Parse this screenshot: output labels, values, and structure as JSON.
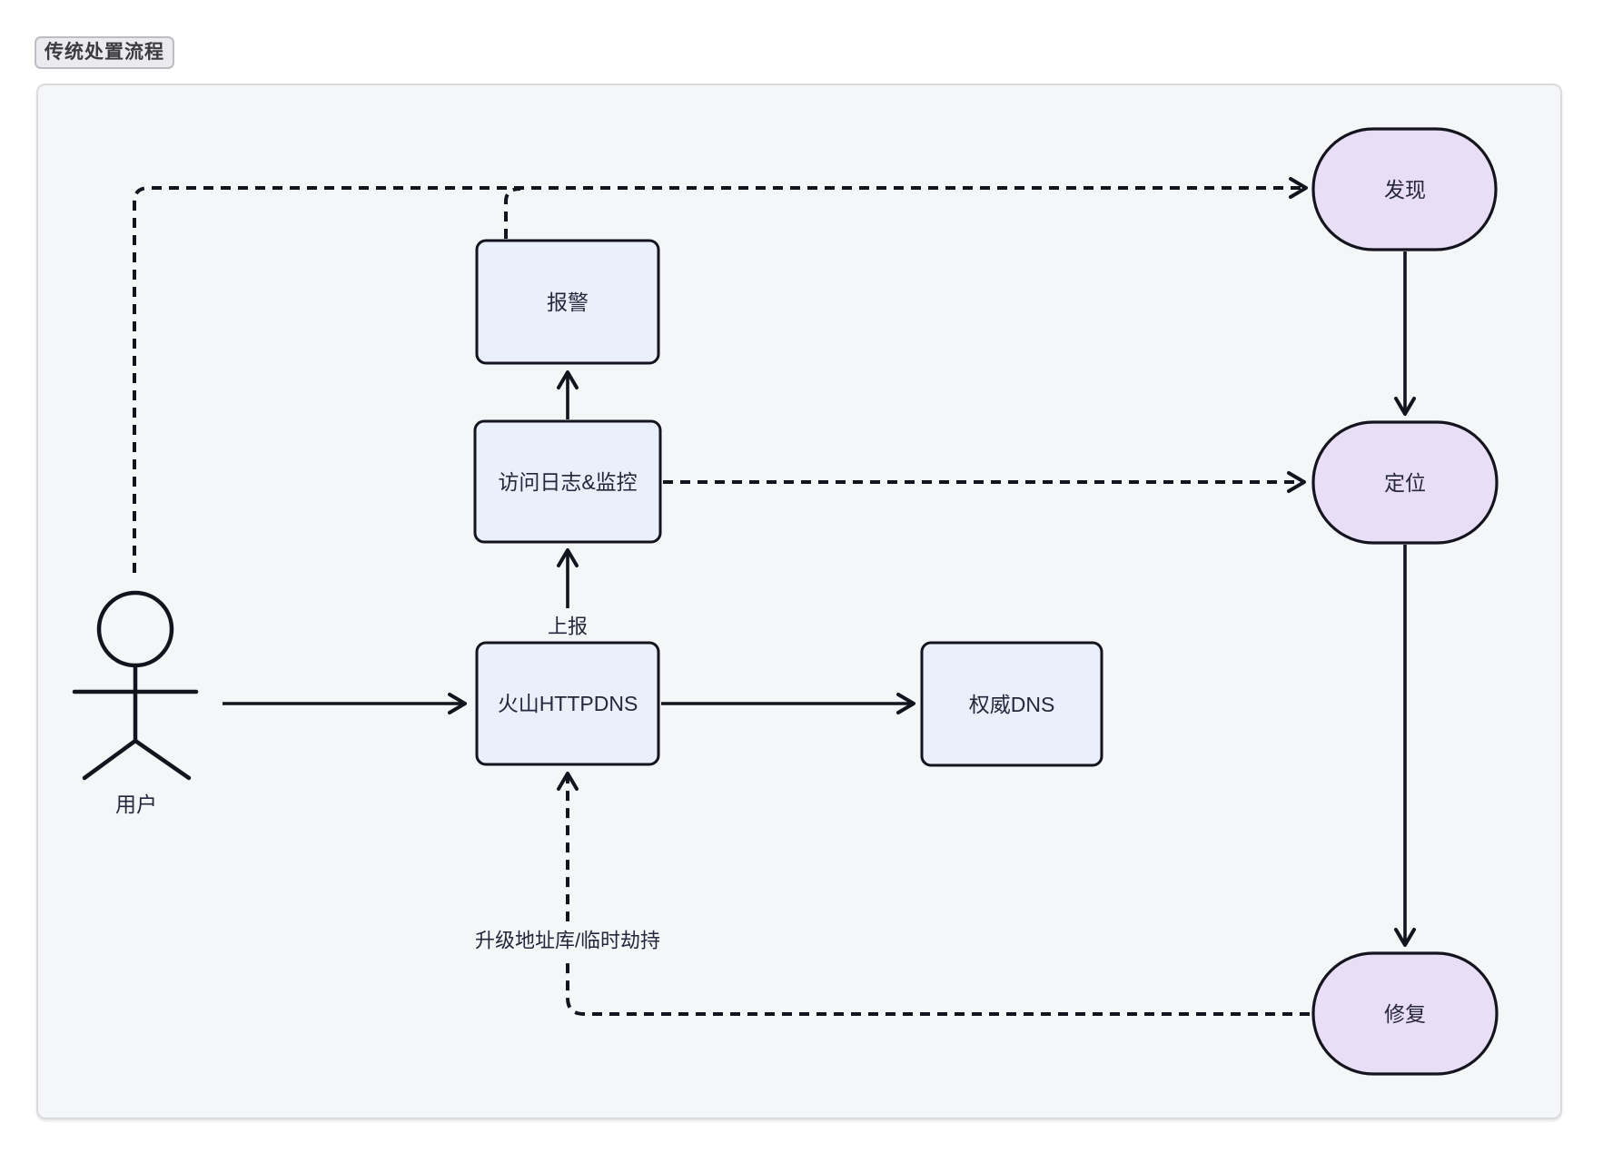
{
  "badge": {
    "label": "传统处置流程"
  },
  "nodes": {
    "user": {
      "label": "用户",
      "type": "actor"
    },
    "alarm": {
      "label": "报警",
      "type": "box"
    },
    "logs": {
      "label": "访问日志&监控",
      "type": "box"
    },
    "httpdns": {
      "label": "火山HTTPDNS",
      "type": "box"
    },
    "authdns": {
      "label": "权威DNS",
      "type": "box"
    },
    "discover": {
      "label": "发现",
      "type": "stadium"
    },
    "locate": {
      "label": "定位",
      "type": "stadium"
    },
    "repair": {
      "label": "修复",
      "type": "stadium"
    }
  },
  "edges": [
    {
      "from": "user",
      "to": "httpdns",
      "style": "solid",
      "label": ""
    },
    {
      "from": "httpdns",
      "to": "authdns",
      "style": "solid",
      "label": ""
    },
    {
      "from": "httpdns",
      "to": "logs",
      "style": "solid",
      "label": "上报"
    },
    {
      "from": "logs",
      "to": "alarm",
      "style": "solid",
      "label": ""
    },
    {
      "from": "user",
      "to": "discover",
      "style": "dashed",
      "label": ""
    },
    {
      "from": "alarm",
      "to": "discover",
      "style": "dashed",
      "label": ""
    },
    {
      "from": "logs",
      "to": "locate",
      "style": "dashed",
      "label": ""
    },
    {
      "from": "discover",
      "to": "locate",
      "style": "solid",
      "label": ""
    },
    {
      "from": "locate",
      "to": "repair",
      "style": "solid",
      "label": ""
    },
    {
      "from": "repair",
      "to": "httpdns",
      "style": "dashed",
      "label": "升级地址库/临时劫持"
    }
  ],
  "colors": {
    "page": "#FFFFFF",
    "canvas": "#F5F6F8",
    "box_fill": "#EAF0FA",
    "stadium_fill": "#E8DFF6",
    "stroke": "#14141F",
    "text": "#26263C",
    "badge_fill": "#EBEBED",
    "badge_border": "#BCBCC2",
    "badge_text": "#3C3C40"
  }
}
